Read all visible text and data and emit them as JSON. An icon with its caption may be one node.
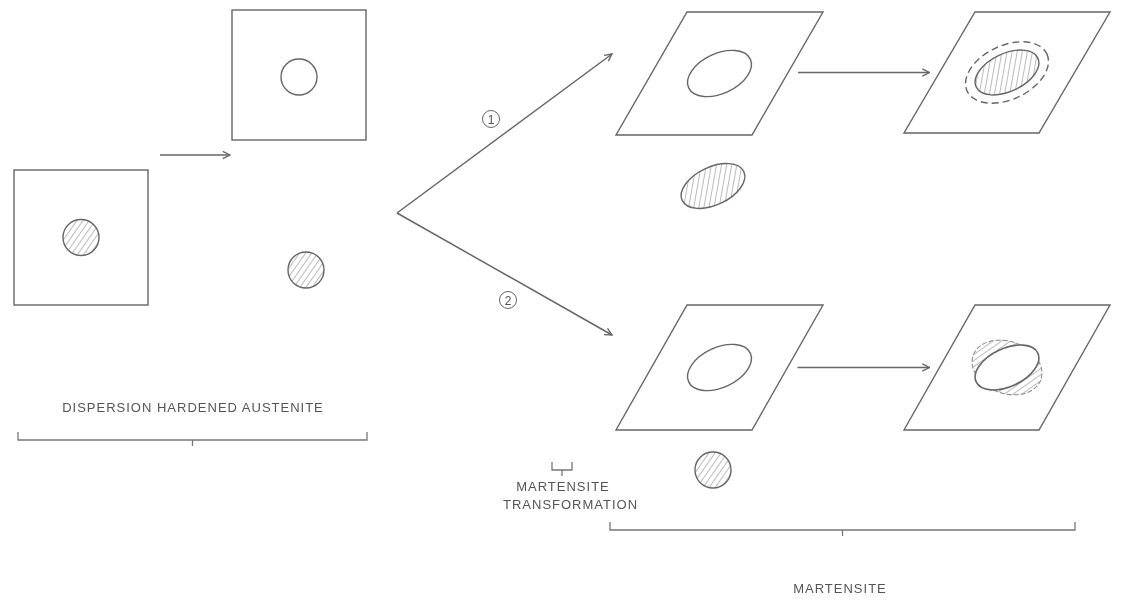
{
  "diagram": {
    "nodes": [
      {
        "text": [],
        "shape": "box"
      },
      {
        "text": [],
        "shape": "box"
      },
      {
        "text": [],
        "shape": "parallelogram"
      },
      {
        "text": [],
        "shape": "parallelogram"
      },
      {
        "text": [],
        "shape": "parallelogram"
      },
      {
        "text": [],
        "shape": "parallelogram"
      }
    ],
    "edges": [
      {
        "from": 0,
        "to": 1,
        "arrow": "to"
      },
      {
        "from": null,
        "to": 2,
        "arrow": "to",
        "label": "1"
      },
      {
        "from": null,
        "to": 4,
        "arrow": "to",
        "label": "2"
      },
      {
        "from": 2,
        "to": 3,
        "arrow": "to"
      },
      {
        "from": 4,
        "to": 5,
        "arrow": "to"
      }
    ],
    "labels": [
      "DISPERSION HARDENED AUSTENITE",
      "MARTENSITE TRANSFORMATION",
      "MARTENSITE"
    ]
  }
}
